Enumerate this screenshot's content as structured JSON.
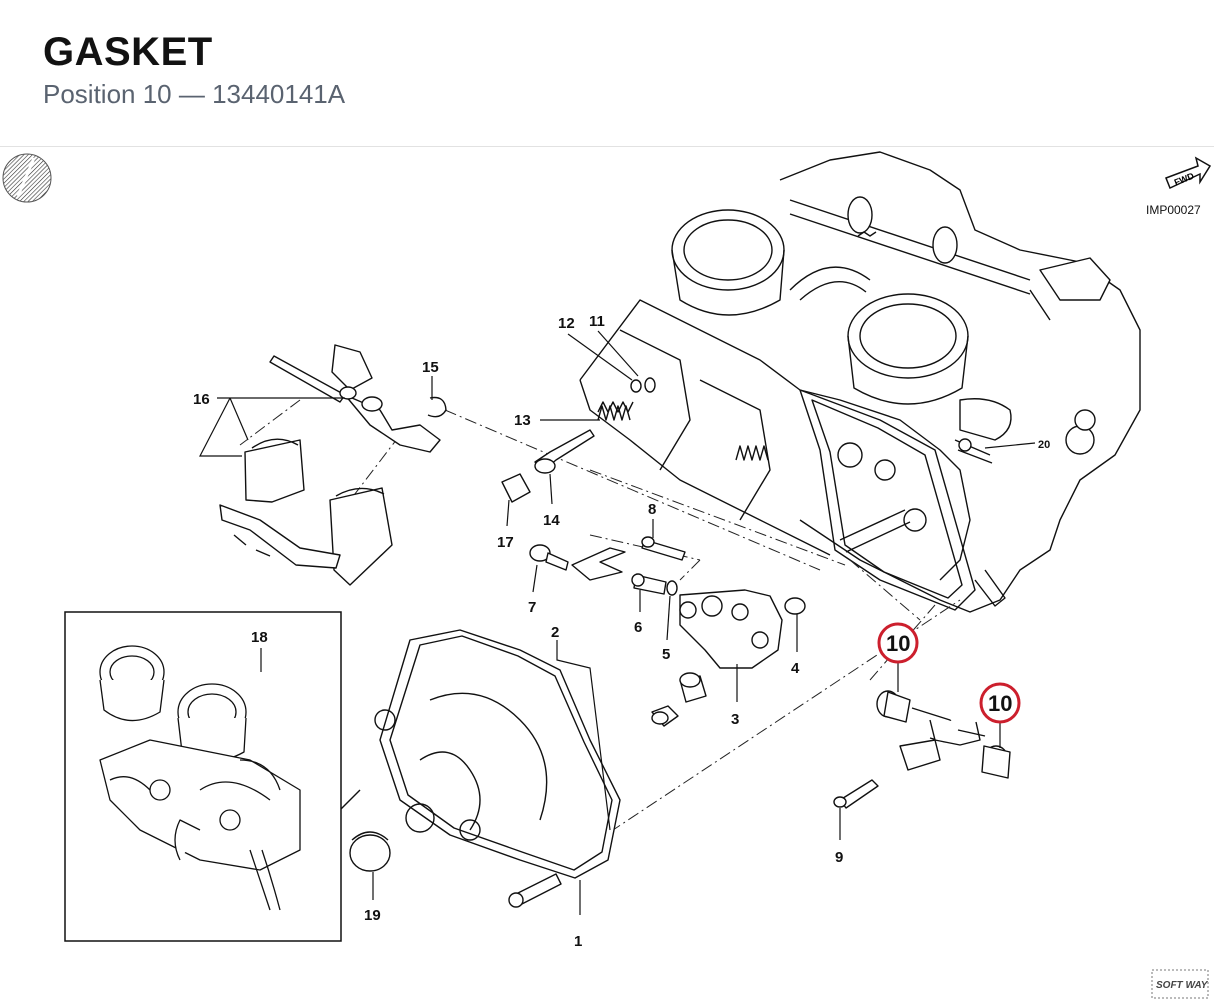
{
  "header": {
    "title": "GASKET",
    "subtitle": "Position 10 — 13440141A"
  },
  "diagram": {
    "reference_code": "IMP00027",
    "fwd_label": "FWD",
    "brand_logo_text": "SOFT WAY",
    "highlight_color": "#cc1f2d",
    "callouts": [
      {
        "id": "1",
        "label": "1"
      },
      {
        "id": "2",
        "label": "2"
      },
      {
        "id": "3",
        "label": "3"
      },
      {
        "id": "4",
        "label": "4"
      },
      {
        "id": "5",
        "label": "5"
      },
      {
        "id": "6",
        "label": "6"
      },
      {
        "id": "7",
        "label": "7"
      },
      {
        "id": "8",
        "label": "8"
      },
      {
        "id": "9",
        "label": "9"
      },
      {
        "id": "10a",
        "label": "10",
        "highlighted": true
      },
      {
        "id": "10b",
        "label": "10",
        "highlighted": true
      },
      {
        "id": "11",
        "label": "11"
      },
      {
        "id": "12",
        "label": "12"
      },
      {
        "id": "13",
        "label": "13"
      },
      {
        "id": "14",
        "label": "14"
      },
      {
        "id": "15",
        "label": "15"
      },
      {
        "id": "16",
        "label": "16"
      },
      {
        "id": "17",
        "label": "17"
      },
      {
        "id": "18",
        "label": "18"
      },
      {
        "id": "19",
        "label": "19"
      },
      {
        "id": "20",
        "label": "20"
      }
    ]
  }
}
